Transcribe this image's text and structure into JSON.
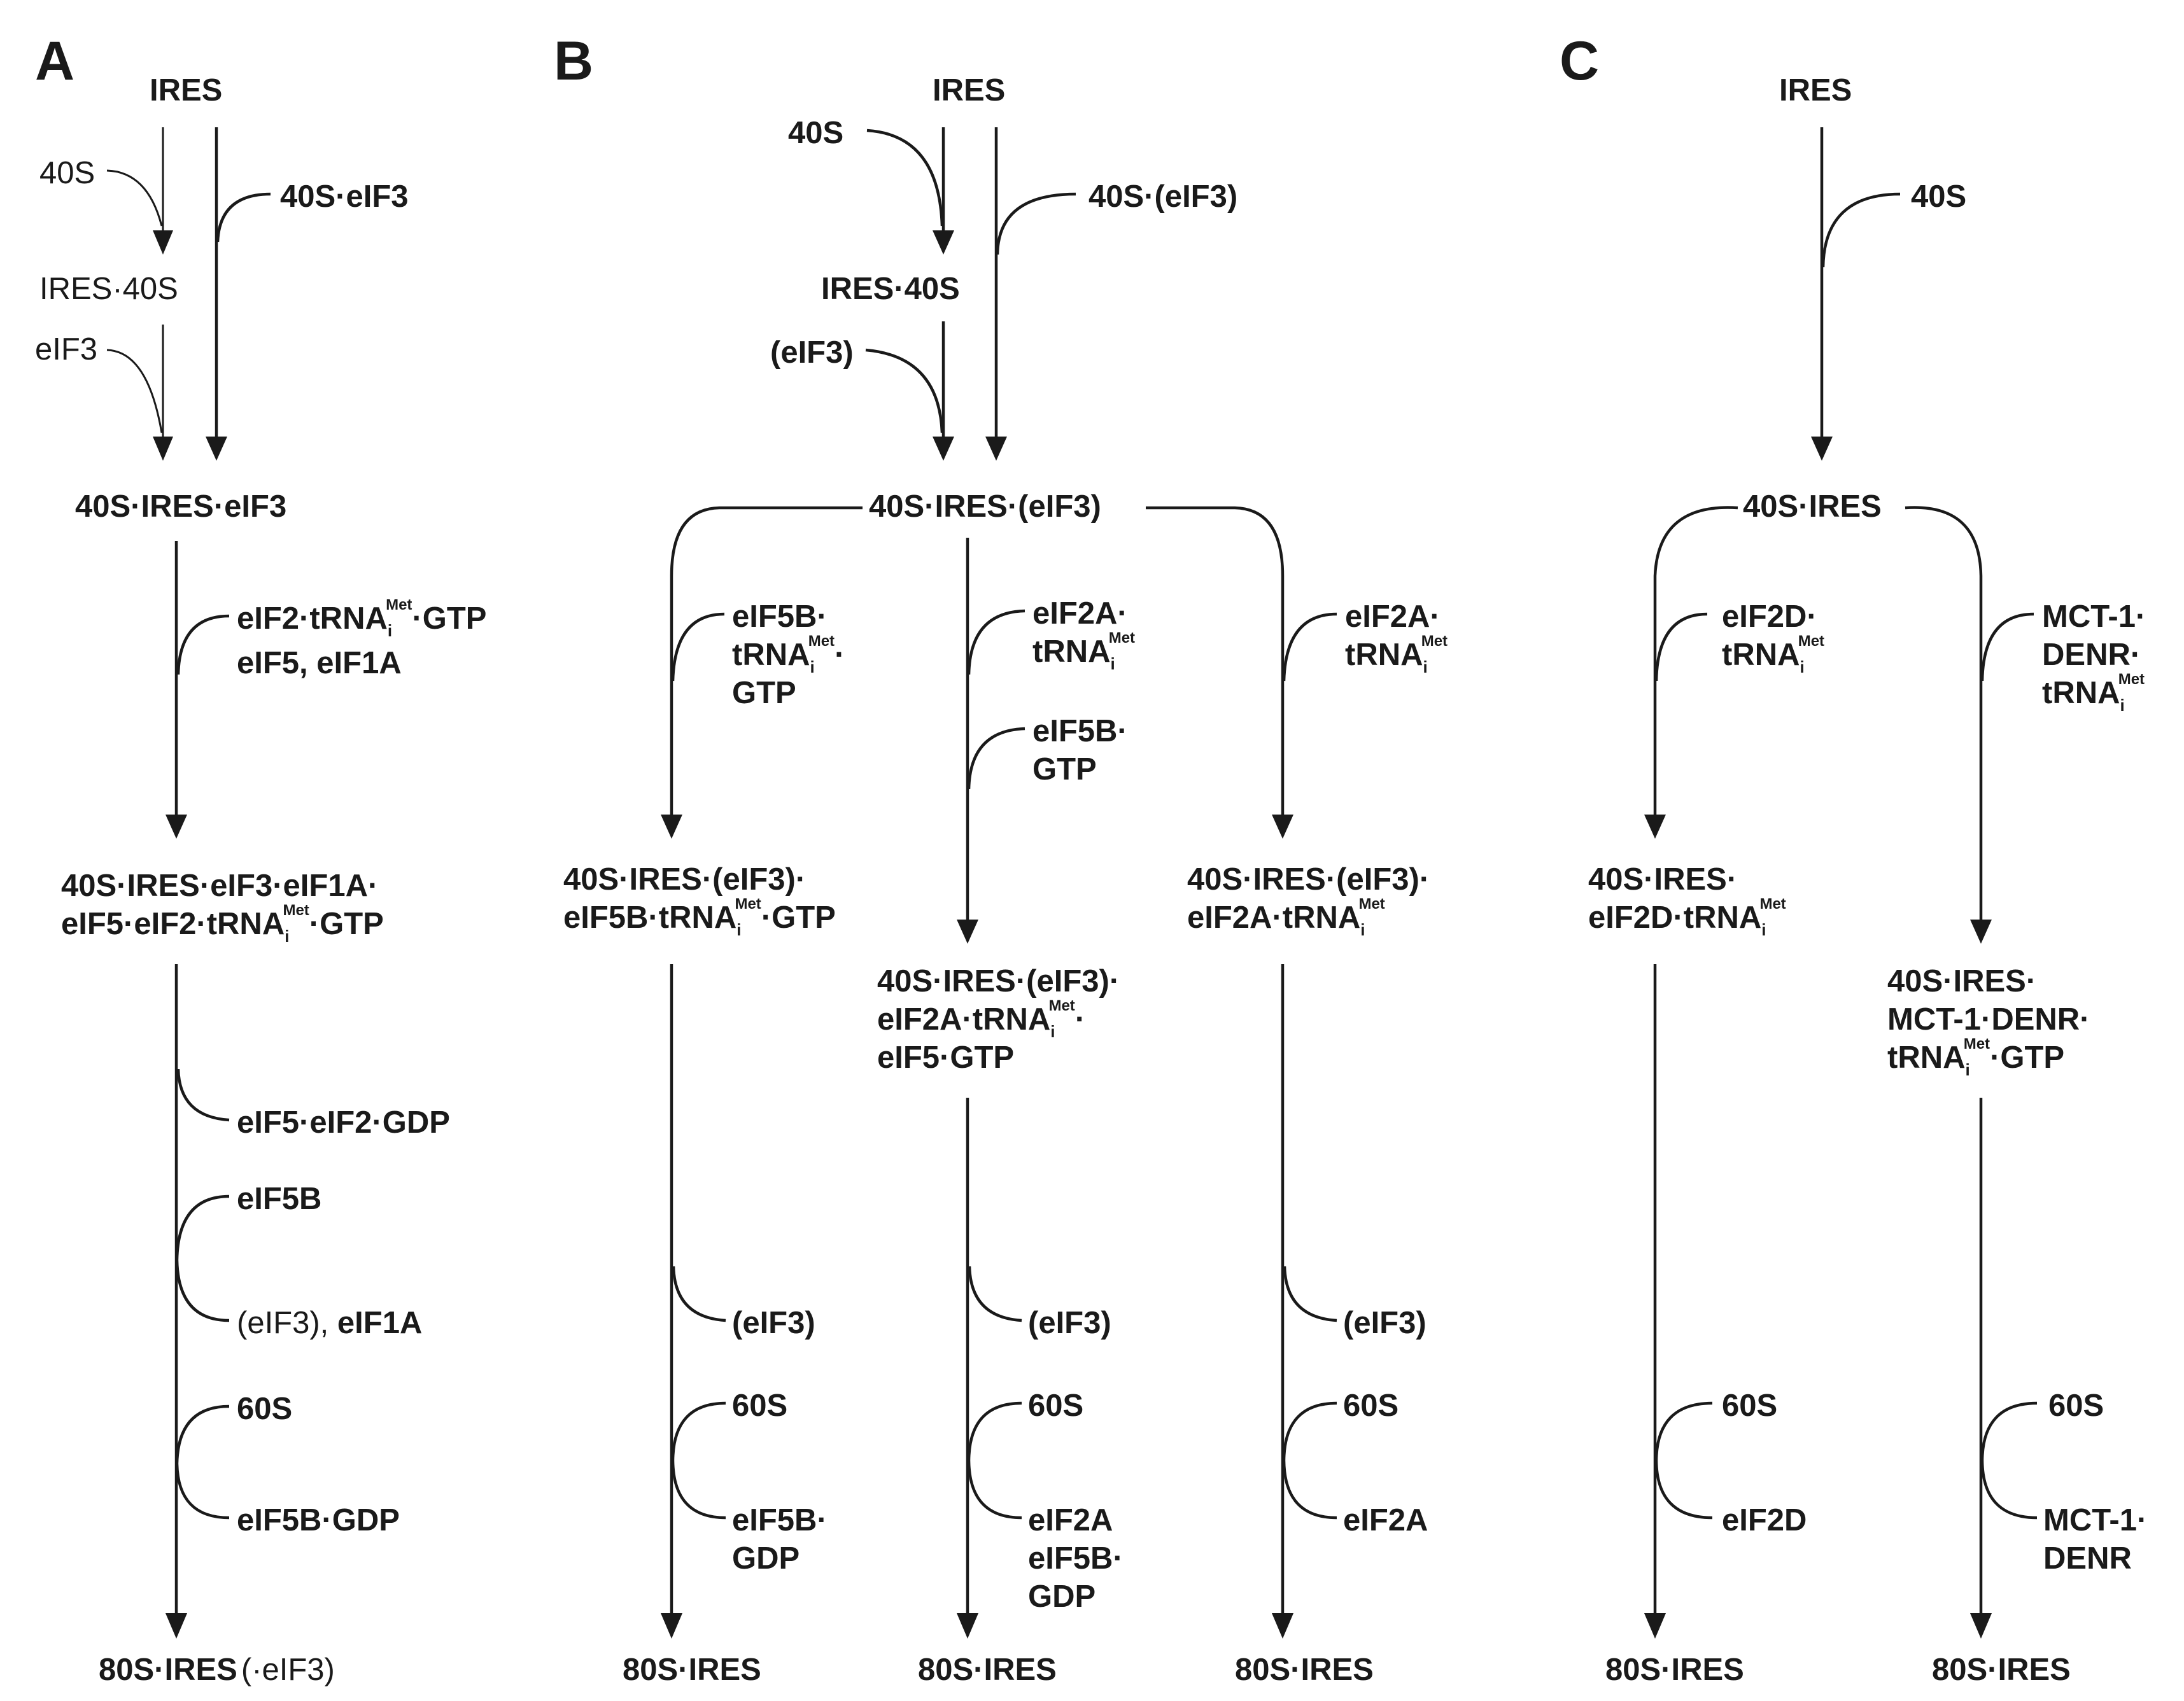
{
  "panels": {
    "A": {
      "letter": "A",
      "start": "IRES",
      "side_40S": "40S",
      "side_40S_eIF3": "40S·eIF3",
      "ires_40S": "IRES·40S",
      "side_eIF3": "eIF3",
      "complex_1": "40S·IRES·eIF3",
      "factor_eIF2_a": "eIF2·tRNA",
      "factor_eIF2_sub": "i",
      "factor_eIF2_sup": "Met",
      "factor_eIF2_b": "·GTP",
      "factor_eIF5": "eIF5, eIF1A",
      "complex_2_line1": "40S·IRES·eIF3·eIF1A·",
      "complex_2_line2_a": "eIF5·eIF2·tRNA",
      "complex_2_line2_sub": "i",
      "complex_2_line2_sup": "Met",
      "complex_2_line2_b": "·GTP",
      "release_eIF5_eIF2": "eIF5·eIF2·GDP",
      "add_eIF5B": "eIF5B",
      "release_eIF3_normal": "(eIF3), ",
      "release_eIF1A": "eIF1A",
      "add_60S": "60S",
      "release_eIF5B_GDP": "eIF5B·GDP",
      "final_bold": "80S·IRES",
      "final_normal": "(·eIF3)"
    },
    "B": {
      "letter": "B",
      "start": "IRES",
      "side_40S": "40S",
      "side_40S_eIF3": "40S·(eIF3)",
      "ires_40S": "IRES·40S",
      "side_eIF3": "(eIF3)",
      "complex_1": "40S·IRES·(eIF3)",
      "left_factor_line1": "eIF5B·",
      "left_factor_line2_a": "tRNA",
      "left_factor_line2_sub": "i",
      "left_factor_line2_sup": "Met",
      "left_factor_line2_b": "·",
      "left_factor_line3": "GTP",
      "mid_factor_line1": "eIF2A·",
      "mid_factor_line2_a": "tRNA",
      "mid_factor_line2_sub": "i",
      "mid_factor_line2_sup": "Met",
      "mid_factor2_line1": "eIF5B·",
      "mid_factor2_line2": "GTP",
      "right_factor_line1": "eIF2A·",
      "right_factor_line2_a": "tRNA",
      "right_factor_line2_sub": "i",
      "right_factor_line2_sup": "Met",
      "left_complex_line1": "40S·IRES·(eIF3)·",
      "left_complex_line2_a": "eIF5B·tRNA",
      "left_complex_line2_sub": "i",
      "left_complex_line2_sup": "Met",
      "left_complex_line2_b": "·GTP",
      "mid_complex_line1": "40S·IRES·(eIF3)·",
      "mid_complex_line2_a": "eIF2A·tRNA",
      "mid_complex_line2_sub": "i",
      "mid_complex_line2_sup": "Met",
      "mid_complex_line2_b": "·",
      "mid_complex_line3": "eIF5·GTP",
      "right_complex_line1": "40S·IRES·(eIF3)·",
      "right_complex_line2_a": "eIF2A·tRNA",
      "right_complex_line2_sub": "i",
      "right_complex_line2_sup": "Met",
      "left_release_eIF3": "(eIF3)",
      "mid_release_eIF3": "(eIF3)",
      "right_release_eIF3": "(eIF3)",
      "left_60S": "60S",
      "mid_60S": "60S",
      "right_60S": "60S",
      "left_release_line1": "eIF5B·",
      "left_release_line2": "GDP",
      "mid_release_line1": "eIF2A",
      "mid_release_line2": "eIF5B·",
      "mid_release_line3": "GDP",
      "right_release": "eIF2A",
      "left_final": "80S·IRES",
      "mid_final": "80S·IRES",
      "right_final": "80S·IRES"
    },
    "C": {
      "letter": "C",
      "start": "IRES",
      "side_40S": "40S",
      "complex_1": "40S·IRES",
      "left_factor_line1": "eIF2D·",
      "left_factor_line2_a": "tRNA",
      "left_factor_line2_sub": "i",
      "left_factor_line2_sup": "Met",
      "right_factor_line1": "MCT-1·",
      "right_factor_line2": "DENR·",
      "right_factor_line3_a": "tRNA",
      "right_factor_line3_sub": "i",
      "right_factor_line3_sup": "Met",
      "left_complex_line1": "40S·IRES·",
      "left_complex_line2_a": "eIF2D·tRNA",
      "left_complex_line2_sub": "i",
      "left_complex_line2_sup": "Met",
      "right_complex_line1": "40S·IRES·",
      "right_complex_line2": "MCT-1·DENR·",
      "right_complex_line3_a": "tRNA",
      "right_complex_line3_sub": "i",
      "right_complex_line3_sup": "Met",
      "right_complex_line3_b": "·GTP",
      "left_60S": "60S",
      "right_60S": "60S",
      "left_release": "eIF2D",
      "right_release_line1": "MCT-1·",
      "right_release_line2": "DENR",
      "left_final": "80S·IRES",
      "right_final": "80S·IRES"
    }
  },
  "colors": {
    "ink": "#1a1a1a",
    "background": "#ffffff"
  }
}
